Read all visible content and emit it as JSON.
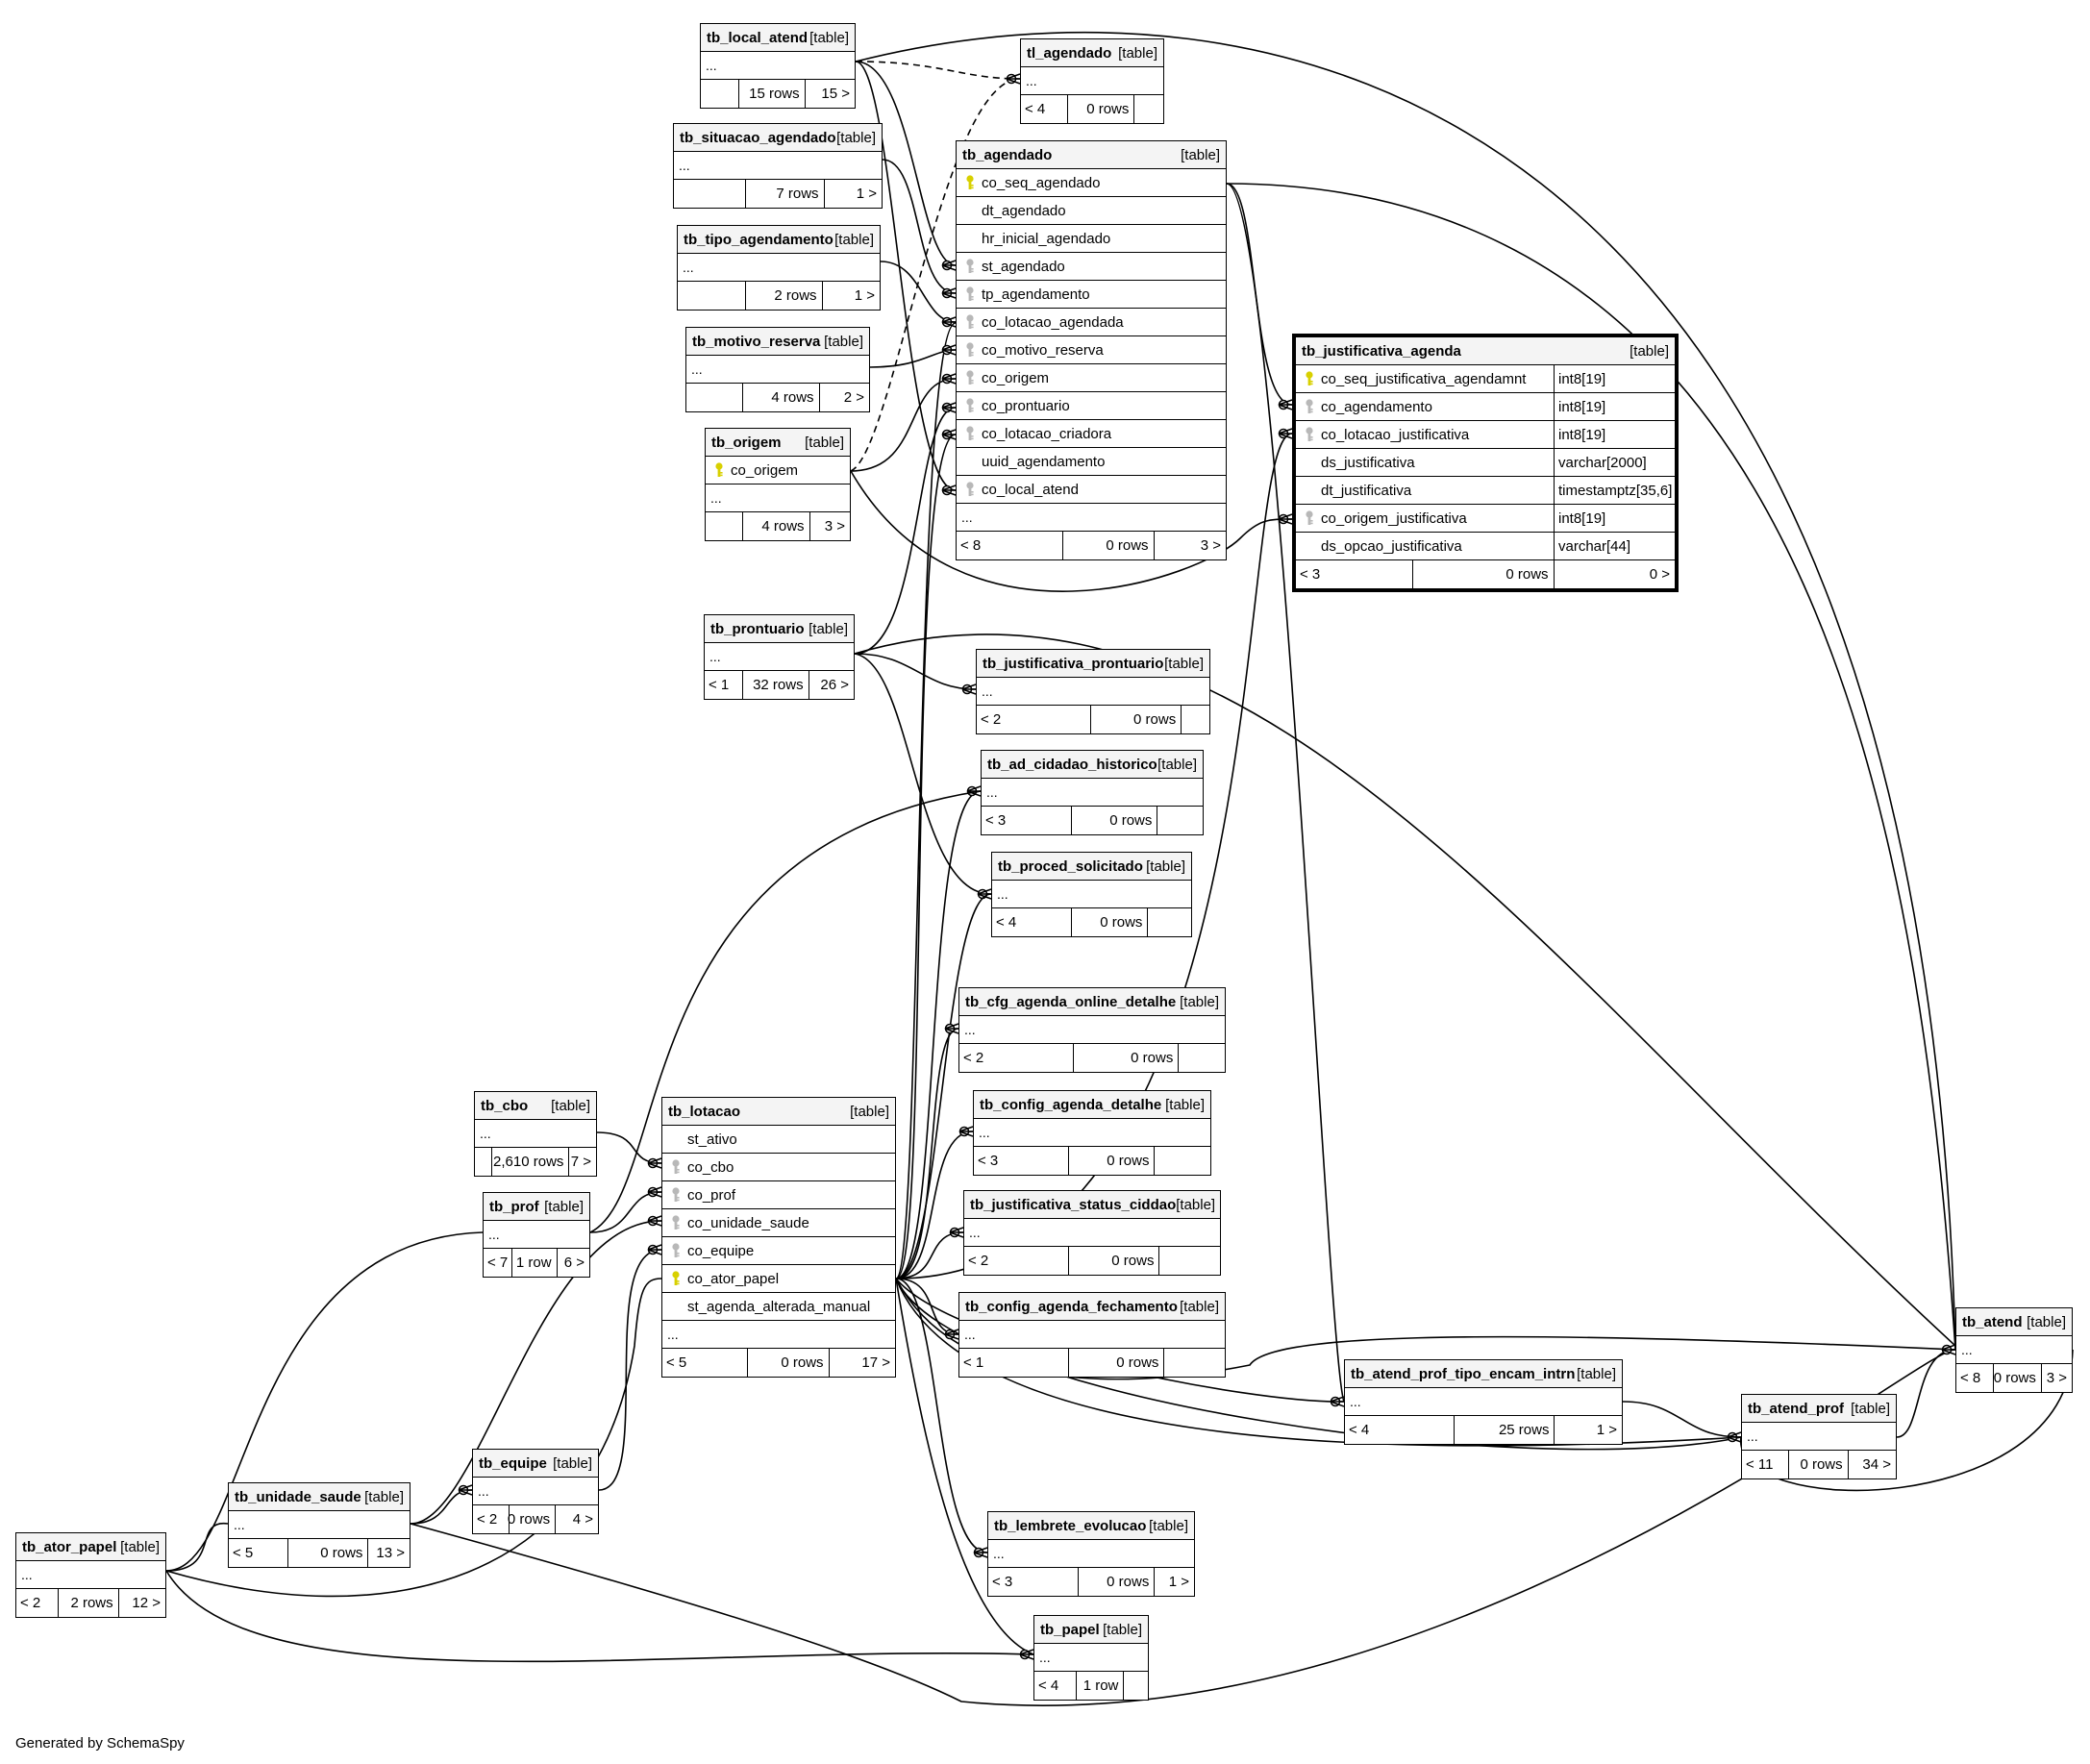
{
  "footer": "Generated by SchemaSpy",
  "colors": {
    "key_pk": "#d8d000",
    "key_fk": "#b8b8b8",
    "line": "#000000"
  },
  "tables": {
    "tb_local_atend": {
      "name": "tb_local_atend",
      "type": "[table]",
      "cols": [],
      "more": "...",
      "foot": [
        "",
        "15 rows",
        "15 >"
      ]
    },
    "tl_agendado": {
      "name": "tl_agendado",
      "type": "[table]",
      "cols": [],
      "more": "...",
      "foot": [
        "< 4",
        "0 rows",
        ""
      ]
    },
    "tb_situacao_agendado": {
      "name": "tb_situacao_agendado",
      "type": "[table]",
      "cols": [],
      "more": "...",
      "foot": [
        "",
        "7 rows",
        "1 >"
      ]
    },
    "tb_tipo_agendamento": {
      "name": "tb_tipo_agendamento",
      "type": "[table]",
      "cols": [],
      "more": "...",
      "foot": [
        "",
        "2 rows",
        "1 >"
      ]
    },
    "tb_motivo_reserva": {
      "name": "tb_motivo_reserva",
      "type": "[table]",
      "cols": [],
      "more": "...",
      "foot": [
        "",
        "4 rows",
        "2 >"
      ]
    },
    "tb_origem": {
      "name": "tb_origem",
      "type": "[table]",
      "cols": [
        {
          "n": "co_origem",
          "k": "pk"
        }
      ],
      "more": "...",
      "foot": [
        "",
        "4 rows",
        "3 >"
      ]
    },
    "tb_agendado": {
      "name": "tb_agendado",
      "type": "[table]",
      "cols": [
        {
          "n": "co_seq_agendado",
          "k": "pk"
        },
        {
          "n": "dt_agendado",
          "k": ""
        },
        {
          "n": "hr_inicial_agendado",
          "k": ""
        },
        {
          "n": "st_agendado",
          "k": "fk"
        },
        {
          "n": "tp_agendamento",
          "k": "fk"
        },
        {
          "n": "co_lotacao_agendada",
          "k": "fk"
        },
        {
          "n": "co_motivo_reserva",
          "k": "fk"
        },
        {
          "n": "co_origem",
          "k": "fk"
        },
        {
          "n": "co_prontuario",
          "k": "fk"
        },
        {
          "n": "co_lotacao_criadora",
          "k": "fk"
        },
        {
          "n": "uuid_agendamento",
          "k": ""
        },
        {
          "n": "co_local_atend",
          "k": "fk"
        }
      ],
      "more": "...",
      "foot": [
        "< 8",
        "0 rows",
        "3 >"
      ]
    },
    "tb_justificativa_agenda": {
      "name": "tb_justificativa_agenda",
      "type": "[table]",
      "cols": [
        {
          "n": "co_seq_justificativa_agendamnt",
          "k": "pk",
          "t": "int8[19]"
        },
        {
          "n": "co_agendamento",
          "k": "fk",
          "t": "int8[19]"
        },
        {
          "n": "co_lotacao_justificativa",
          "k": "fk",
          "t": "int8[19]"
        },
        {
          "n": "ds_justificativa",
          "k": "",
          "t": "varchar[2000]"
        },
        {
          "n": "dt_justificativa",
          "k": "",
          "t": "timestamptz[35,6]"
        },
        {
          "n": "co_origem_justificativa",
          "k": "fk",
          "t": "int8[19]"
        },
        {
          "n": "ds_opcao_justificativa",
          "k": "",
          "t": "varchar[44]"
        }
      ],
      "foot": [
        "< 3",
        "0 rows",
        "0 >"
      ]
    },
    "tb_prontuario": {
      "name": "tb_prontuario",
      "type": "[table]",
      "cols": [],
      "more": "...",
      "foot": [
        "< 1",
        "32 rows",
        "26 >"
      ]
    },
    "tb_justificativa_prontuario": {
      "name": "tb_justificativa_prontuario",
      "type": "[table]",
      "cols": [],
      "more": "...",
      "foot": [
        "< 2",
        "0 rows",
        ""
      ]
    },
    "tb_ad_cidadao_historico": {
      "name": "tb_ad_cidadao_historico",
      "type": "[table]",
      "cols": [],
      "more": "...",
      "foot": [
        "< 3",
        "0 rows",
        ""
      ]
    },
    "tb_proced_solicitado": {
      "name": "tb_proced_solicitado",
      "type": "[table]",
      "cols": [],
      "more": "...",
      "foot": [
        "< 4",
        "0 rows",
        ""
      ]
    },
    "tb_cfg_agenda_online_detalhe": {
      "name": "tb_cfg_agenda_online_detalhe",
      "type": "[table]",
      "cols": [],
      "more": "...",
      "foot": [
        "< 2",
        "0 rows",
        ""
      ]
    },
    "tb_config_agenda_detalhe": {
      "name": "tb_config_agenda_detalhe",
      "type": "[table]",
      "cols": [],
      "more": "...",
      "foot": [
        "< 3",
        "0 rows",
        ""
      ]
    },
    "tb_justificativa_status_ciddao": {
      "name": "tb_justificativa_status_ciddao",
      "type": "[table]",
      "cols": [],
      "more": "...",
      "foot": [
        "< 2",
        "0 rows",
        ""
      ]
    },
    "tb_config_agenda_fechamento": {
      "name": "tb_config_agenda_fechamento",
      "type": "[table]",
      "cols": [],
      "more": "...",
      "foot": [
        "< 1",
        "0 rows",
        ""
      ]
    },
    "tb_cbo": {
      "name": "tb_cbo",
      "type": "[table]",
      "cols": [],
      "more": "...",
      "foot": [
        "",
        "2,610 rows",
        "7 >"
      ]
    },
    "tb_prof": {
      "name": "tb_prof",
      "type": "[table]",
      "cols": [],
      "more": "...",
      "foot": [
        "< 7",
        "1 row",
        "6 >"
      ]
    },
    "tb_lotacao": {
      "name": "tb_lotacao",
      "type": "[table]",
      "cols": [
        {
          "n": "st_ativo",
          "k": ""
        },
        {
          "n": "co_cbo",
          "k": "fk"
        },
        {
          "n": "co_prof",
          "k": "fk"
        },
        {
          "n": "co_unidade_saude",
          "k": "fk"
        },
        {
          "n": "co_equipe",
          "k": "fk"
        },
        {
          "n": "co_ator_papel",
          "k": "pk"
        },
        {
          "n": "st_agenda_alterada_manual",
          "k": ""
        }
      ],
      "more": "...",
      "foot": [
        "< 5",
        "0 rows",
        "17 >"
      ]
    },
    "tb_equipe": {
      "name": "tb_equipe",
      "type": "[table]",
      "cols": [],
      "more": "...",
      "foot": [
        "< 2",
        "0 rows",
        "4 >"
      ]
    },
    "tb_unidade_saude": {
      "name": "tb_unidade_saude",
      "type": "[table]",
      "cols": [],
      "more": "...",
      "foot": [
        "< 5",
        "0 rows",
        "13 >"
      ]
    },
    "tb_ator_papel": {
      "name": "tb_ator_papel",
      "type": "[table]",
      "cols": [],
      "more": "...",
      "foot": [
        "< 2",
        "2 rows",
        "12 >"
      ]
    },
    "tb_lembrete_evolucao": {
      "name": "tb_lembrete_evolucao",
      "type": "[table]",
      "cols": [],
      "more": "...",
      "foot": [
        "< 3",
        "0 rows",
        "1 >"
      ]
    },
    "tb_papel": {
      "name": "tb_papel",
      "type": "[table]",
      "cols": [],
      "more": "...",
      "foot": [
        "< 4",
        "1 row",
        ""
      ]
    },
    "tb_atend_prof_tipo_encam_intrn": {
      "name": "tb_atend_prof_tipo_encam_intrn",
      "type": "[table]",
      "cols": [],
      "more": "...",
      "foot": [
        "< 4",
        "25 rows",
        "1 >"
      ]
    },
    "tb_atend_prof": {
      "name": "tb_atend_prof",
      "type": "[table]",
      "cols": [],
      "more": "...",
      "foot": [
        "< 11",
        "0 rows",
        "34 >"
      ]
    },
    "tb_atend": {
      "name": "tb_atend",
      "type": "[table]",
      "cols": [],
      "more": "...",
      "foot": [
        "< 8",
        "0 rows",
        "3 >"
      ]
    }
  }
}
